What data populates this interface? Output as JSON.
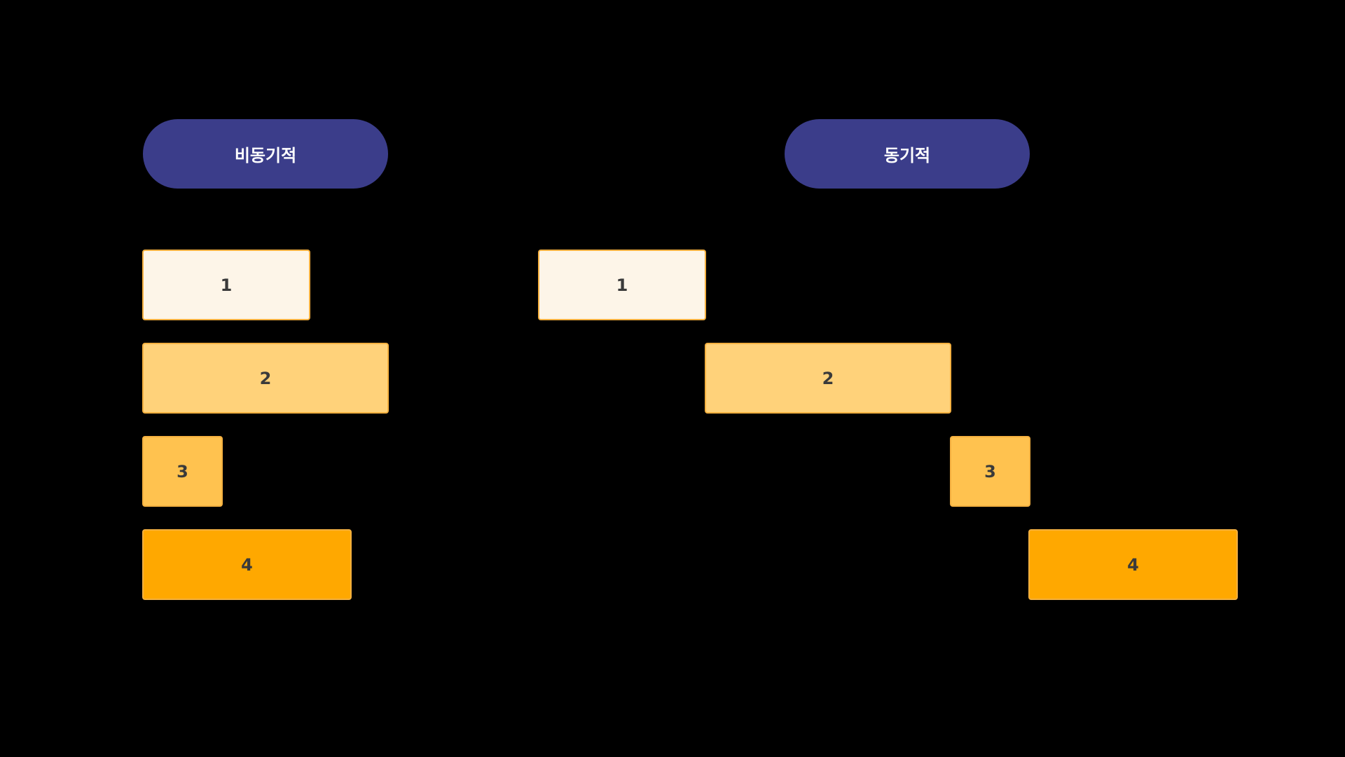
{
  "colors": {
    "background": "#000000",
    "header_pill": "#3b3d8a",
    "task_border": "#f4b040",
    "task_1": "#fdf5e8",
    "task_2": "#ffd27a",
    "task_3": "#ffc24f",
    "task_4": "#ffa800"
  },
  "async_column": {
    "title": "비동기적",
    "tasks": [
      "1",
      "2",
      "3",
      "4"
    ]
  },
  "sync_column": {
    "title": "동기적",
    "tasks": [
      "1",
      "2",
      "3",
      "4"
    ]
  }
}
